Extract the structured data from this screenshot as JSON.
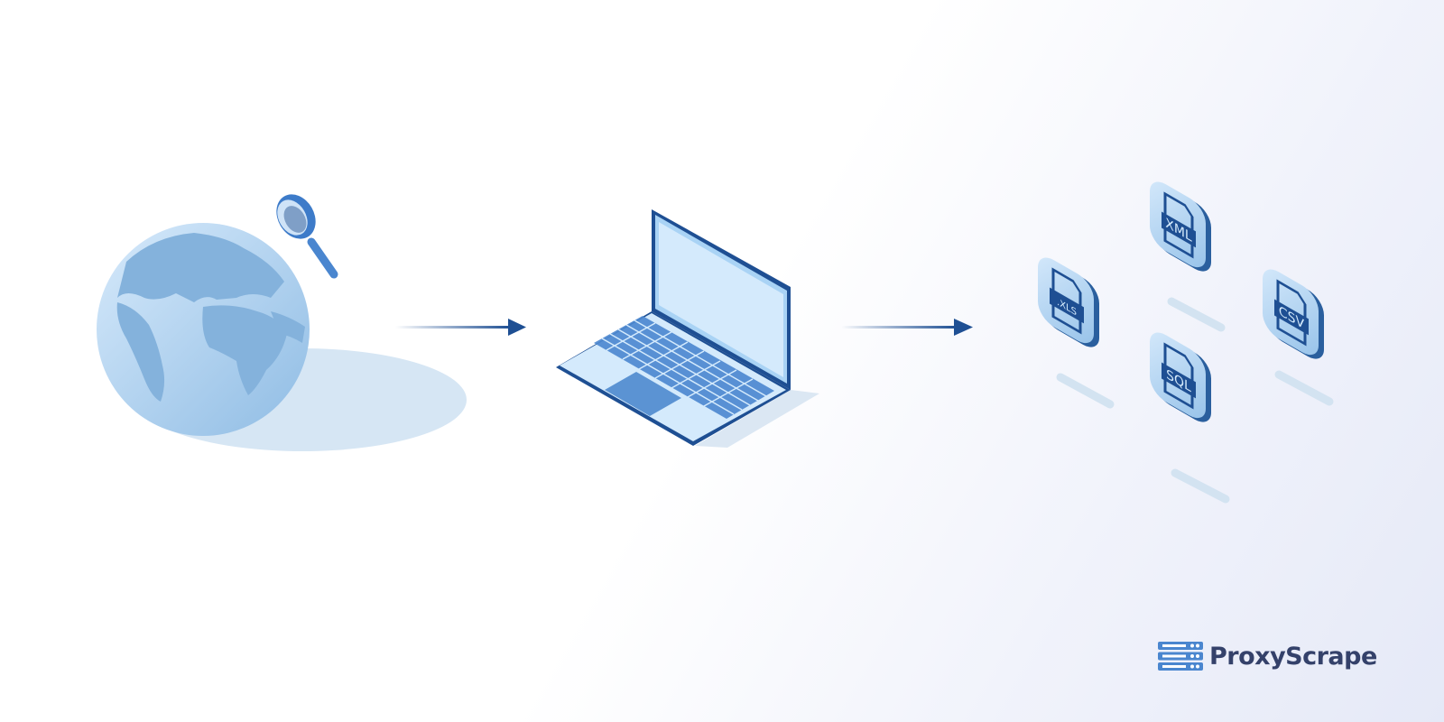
{
  "diagram": {
    "source": {
      "icon": "globe-with-magnifier-icon"
    },
    "processor": {
      "icon": "laptop-icon"
    },
    "outputs": [
      {
        "label": ".XLS",
        "icon": "xls-file-icon"
      },
      {
        "label": "XML",
        "icon": "xml-file-icon"
      },
      {
        "label": "SQL",
        "icon": "sql-file-icon"
      },
      {
        "label": "CSV",
        "icon": "csv-file-icon"
      }
    ]
  },
  "brand": {
    "name": "ProxyScrape",
    "icon": "server-stack-icon"
  },
  "colors": {
    "accent": "#1e4f93",
    "tile": "#b9d7f2",
    "globe": "#8ab6df",
    "shadow": "#d6e6f4",
    "brand_text": "#34416a"
  }
}
